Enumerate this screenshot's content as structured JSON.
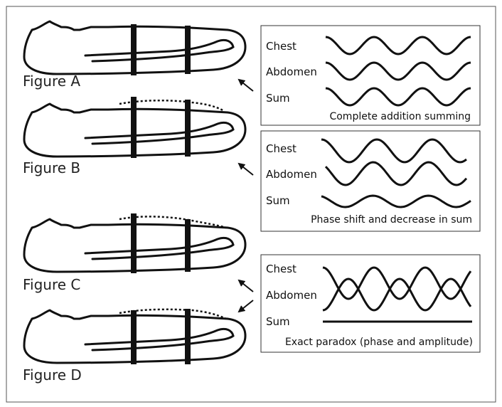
{
  "figures": [
    {
      "label": "Figure A",
      "dotted": false
    },
    {
      "label": "Figure B",
      "dotted": true
    },
    {
      "label": "Figure C",
      "dotted": true
    },
    {
      "label": "Figure D",
      "dotted": true
    }
  ],
  "panels": [
    {
      "labels": [
        "Chest",
        "Abdomen",
        "Sum"
      ],
      "caption": "Complete addition summing"
    },
    {
      "labels": [
        "Chest",
        "Abdomen",
        "Sum"
      ],
      "caption": "Phase shift and decrease in sum"
    },
    {
      "labels": [
        "Chest",
        "Abdomen",
        "Sum"
      ],
      "caption": "Exact paradox (phase and amplitude)"
    }
  ]
}
